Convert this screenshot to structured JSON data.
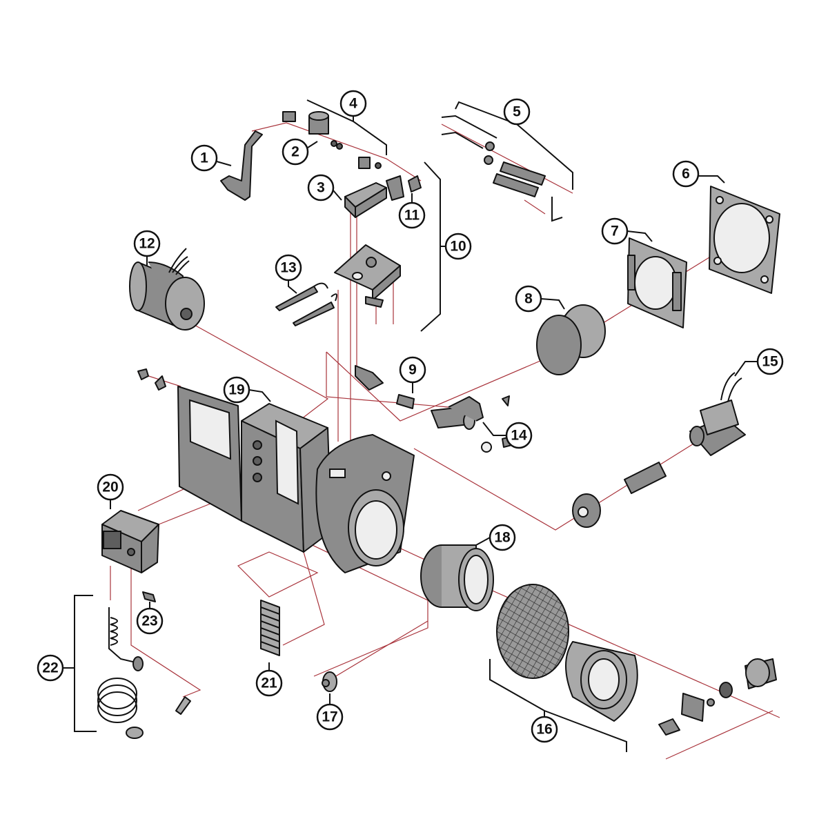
{
  "diagram": {
    "type": "exploded-parts-diagram",
    "callouts": {
      "c1": "1",
      "c2": "2",
      "c3": "3",
      "c4": "4",
      "c5": "5",
      "c6": "6",
      "c7": "7",
      "c8": "8",
      "c9": "9",
      "c10": "10",
      "c11": "11",
      "c12": "12",
      "c13": "13",
      "c14": "14",
      "c15": "15",
      "c16": "16",
      "c17": "17",
      "c18": "18",
      "c19": "19",
      "c20": "20",
      "c21": "21",
      "c22": "22",
      "c23": "23"
    },
    "colors": {
      "guide_lines": "#a8323a",
      "parts": "#8c8c8c",
      "outline": "#111111"
    }
  }
}
